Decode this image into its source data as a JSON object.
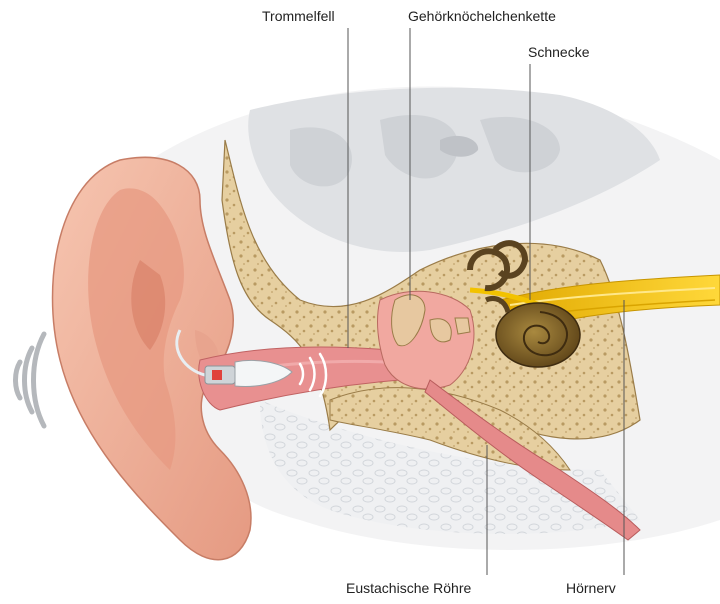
{
  "labels": {
    "trommelfell": "Trommelfell",
    "gehoerknoechelchenkette": "Gehörknöchelchenkette",
    "schnecke": "Schnecke",
    "eustachische_roehre": "Eustachische Röhre",
    "hoernerv": "Hörnerv"
  },
  "colors": {
    "skin": "#f0b39c",
    "skin_shadow": "#d98a74",
    "bone": "#e6cfa0",
    "bone_speckle": "#b99a62",
    "canal": "#e58a8a",
    "nerve": "#f2c200",
    "cochlea": "#8b6a2e",
    "brain_gray": "#d8dadd",
    "leader_line": "#555555"
  }
}
